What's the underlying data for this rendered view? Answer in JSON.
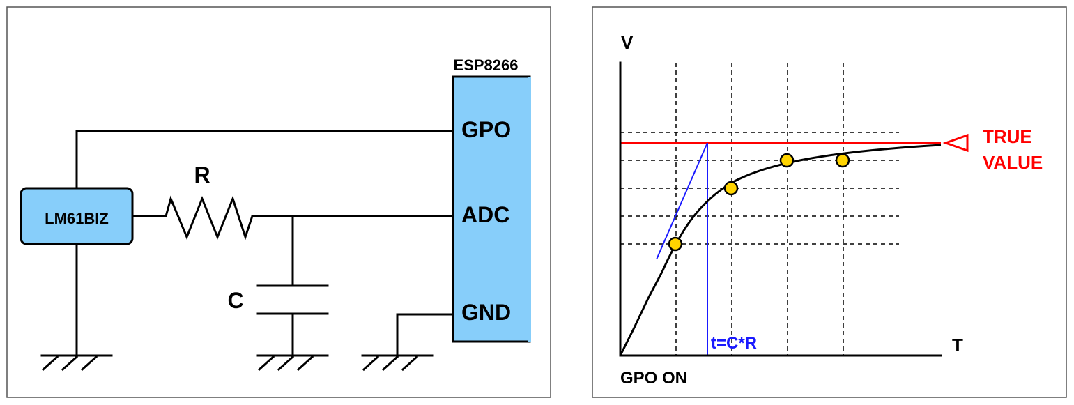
{
  "circuit": {
    "mcu_label": "ESP8266",
    "pin_gpo": "GPO",
    "pin_adc": "ADC",
    "pin_gnd": "GND",
    "sensor_label": "LM61BIZ",
    "resistor_label": "R",
    "capacitor_label": "C",
    "colors": {
      "chip_fill": "#87cefa",
      "wire": "#000000"
    }
  },
  "graph": {
    "y_axis_label": "V",
    "x_axis_label": "T",
    "origin_label": "GPO ON",
    "time_constant_label": "t=C*R",
    "true_value_line1": "TRUE",
    "true_value_line2": "VALUE",
    "colors": {
      "true_value": "#ff0000",
      "tangent": "#1a1aff",
      "sample_point": "#ffd400",
      "curve": "#000000"
    }
  }
}
